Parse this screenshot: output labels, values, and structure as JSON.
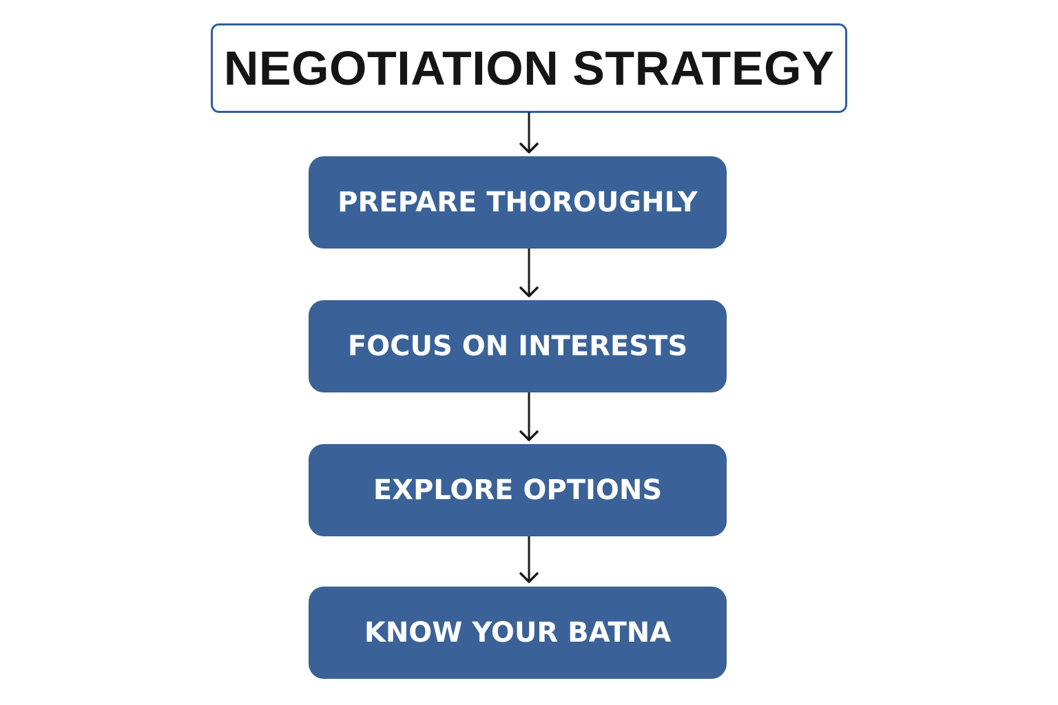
{
  "diagram": {
    "title": "NEGOTIATION STRATEGY",
    "steps": [
      {
        "label": "PREPARE THOROUGHLY"
      },
      {
        "label": "FOCUS ON INTERESTS"
      },
      {
        "label": "EXPLORE OPTIONS"
      },
      {
        "label": "KNOW YOUR BATNA"
      }
    ],
    "colors": {
      "title_border": "#2f5d9e",
      "step_fill": "#3a6298",
      "step_text": "#ffffff",
      "title_text": "#151515",
      "arrow": "#1a1a1a"
    }
  }
}
